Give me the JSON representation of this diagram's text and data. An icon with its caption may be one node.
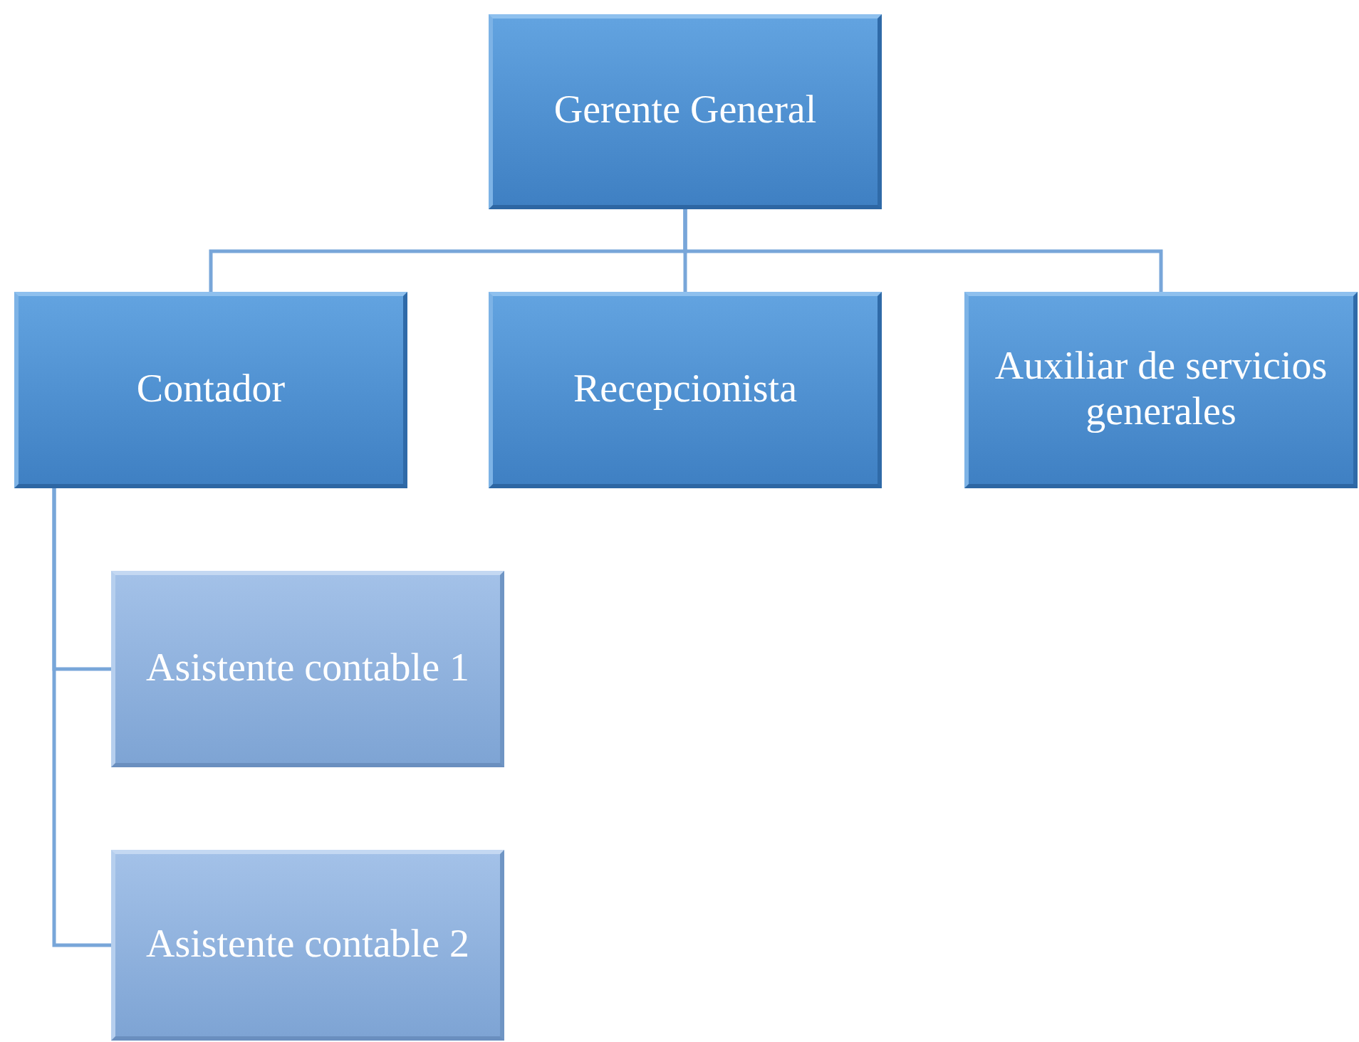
{
  "diagram": {
    "nodes": [
      {
        "text": [
          "Gerente General"
        ]
      },
      {
        "text": [
          "Contador"
        ]
      },
      {
        "text": [
          "Recepcionista"
        ]
      },
      {
        "text": [
          "Auxiliar de servicios generales"
        ]
      },
      {
        "text": [
          "Asistente contable 1"
        ]
      },
      {
        "text": [
          "Asistente contable 2"
        ]
      }
    ],
    "edges": [
      {
        "from": 0,
        "to": 1,
        "arrow": "none"
      },
      {
        "from": 0,
        "to": 2,
        "arrow": "none"
      },
      {
        "from": 0,
        "to": 3,
        "arrow": "none"
      },
      {
        "from": 1,
        "to": 4,
        "arrow": "none"
      },
      {
        "from": 1,
        "to": 5,
        "arrow": "none"
      }
    ]
  }
}
